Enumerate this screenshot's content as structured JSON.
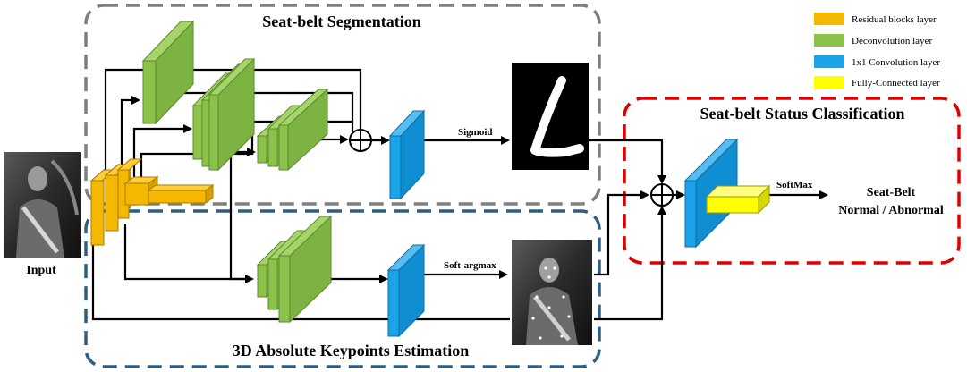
{
  "legend": {
    "items": [
      {
        "label": "Residual blocks layer",
        "color": "#f5b800"
      },
      {
        "label": "Deconvolution layer",
        "color": "#8bc34a"
      },
      {
        "label": "1x1 Convolution layer",
        "color": "#1aa3e8"
      },
      {
        "label": "Fully-Connected layer",
        "color": "#ffff00"
      }
    ]
  },
  "segmentation": {
    "title": "Seat-belt Segmentation",
    "activation": "Sigmoid"
  },
  "keypoints": {
    "title": "3D Absolute Keypoints Estimation",
    "activation": "Soft-argmax"
  },
  "classification": {
    "title": "Seat-belt Status Classification",
    "activation": "SoftMax",
    "output_line1": "Seat-Belt",
    "output_line2": "Normal / Abnormal"
  },
  "input": {
    "label": "Input"
  },
  "colors": {
    "segmentation_border": "#7f7f7f",
    "keypoints_border": "#2e5f80",
    "classification_border": "#e00000",
    "residual": "#f5b800",
    "deconv": "#8bc34a",
    "conv1x1": "#1aa3e8",
    "fc": "#ffff00"
  }
}
